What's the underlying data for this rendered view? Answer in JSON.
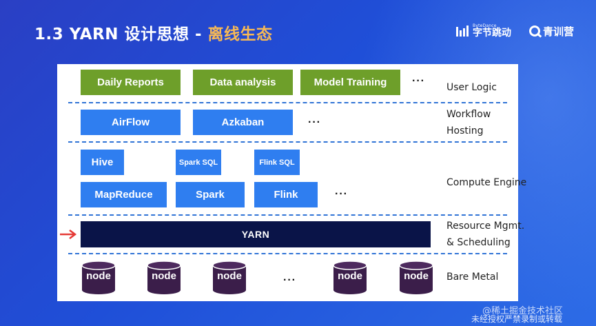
{
  "slide": {
    "title_prefix": "1.3 YARN 设计思想 - ",
    "title_accent": "离线生态",
    "accent_color": "#f7b955",
    "background_color": "#2447d0"
  },
  "brands": {
    "bytedance_small": "ByteDance",
    "bytedance": "字节跳动",
    "qingxun": "青训营"
  },
  "layers": {
    "user_logic": {
      "items": [
        "Daily Reports",
        "Data analysis",
        "Model Training"
      ],
      "more": "···",
      "label": "User Logic",
      "color": "#6e9f2a"
    },
    "workflow": {
      "items": [
        "AirFlow",
        "Azkaban"
      ],
      "more": "···",
      "label_line1": "Workflow",
      "label_line2": "Hosting",
      "color": "#2f7ef0"
    },
    "compute": {
      "row1": [
        "Hive",
        "Spark SQL",
        "Flink SQL"
      ],
      "row2": [
        "MapReduce",
        "Spark",
        "Flink"
      ],
      "more": "···",
      "label": "Compute Engine",
      "color": "#2f7ef0"
    },
    "resource": {
      "yarn": "YARN",
      "label_line1": "Resource Mgmt.",
      "label_line2": "& Scheduling",
      "color": "#0a1448"
    },
    "bare_metal": {
      "node_label": "node",
      "more": "···",
      "label": "Bare Metal",
      "color": "#3b1e4a"
    }
  },
  "icons": {
    "pointer": "red-arrow-icon",
    "node": "database-cylinder-icon"
  },
  "watermark": {
    "line1": "@稀土掘金技术社区",
    "line2": "未经授权严禁录制或转载"
  }
}
